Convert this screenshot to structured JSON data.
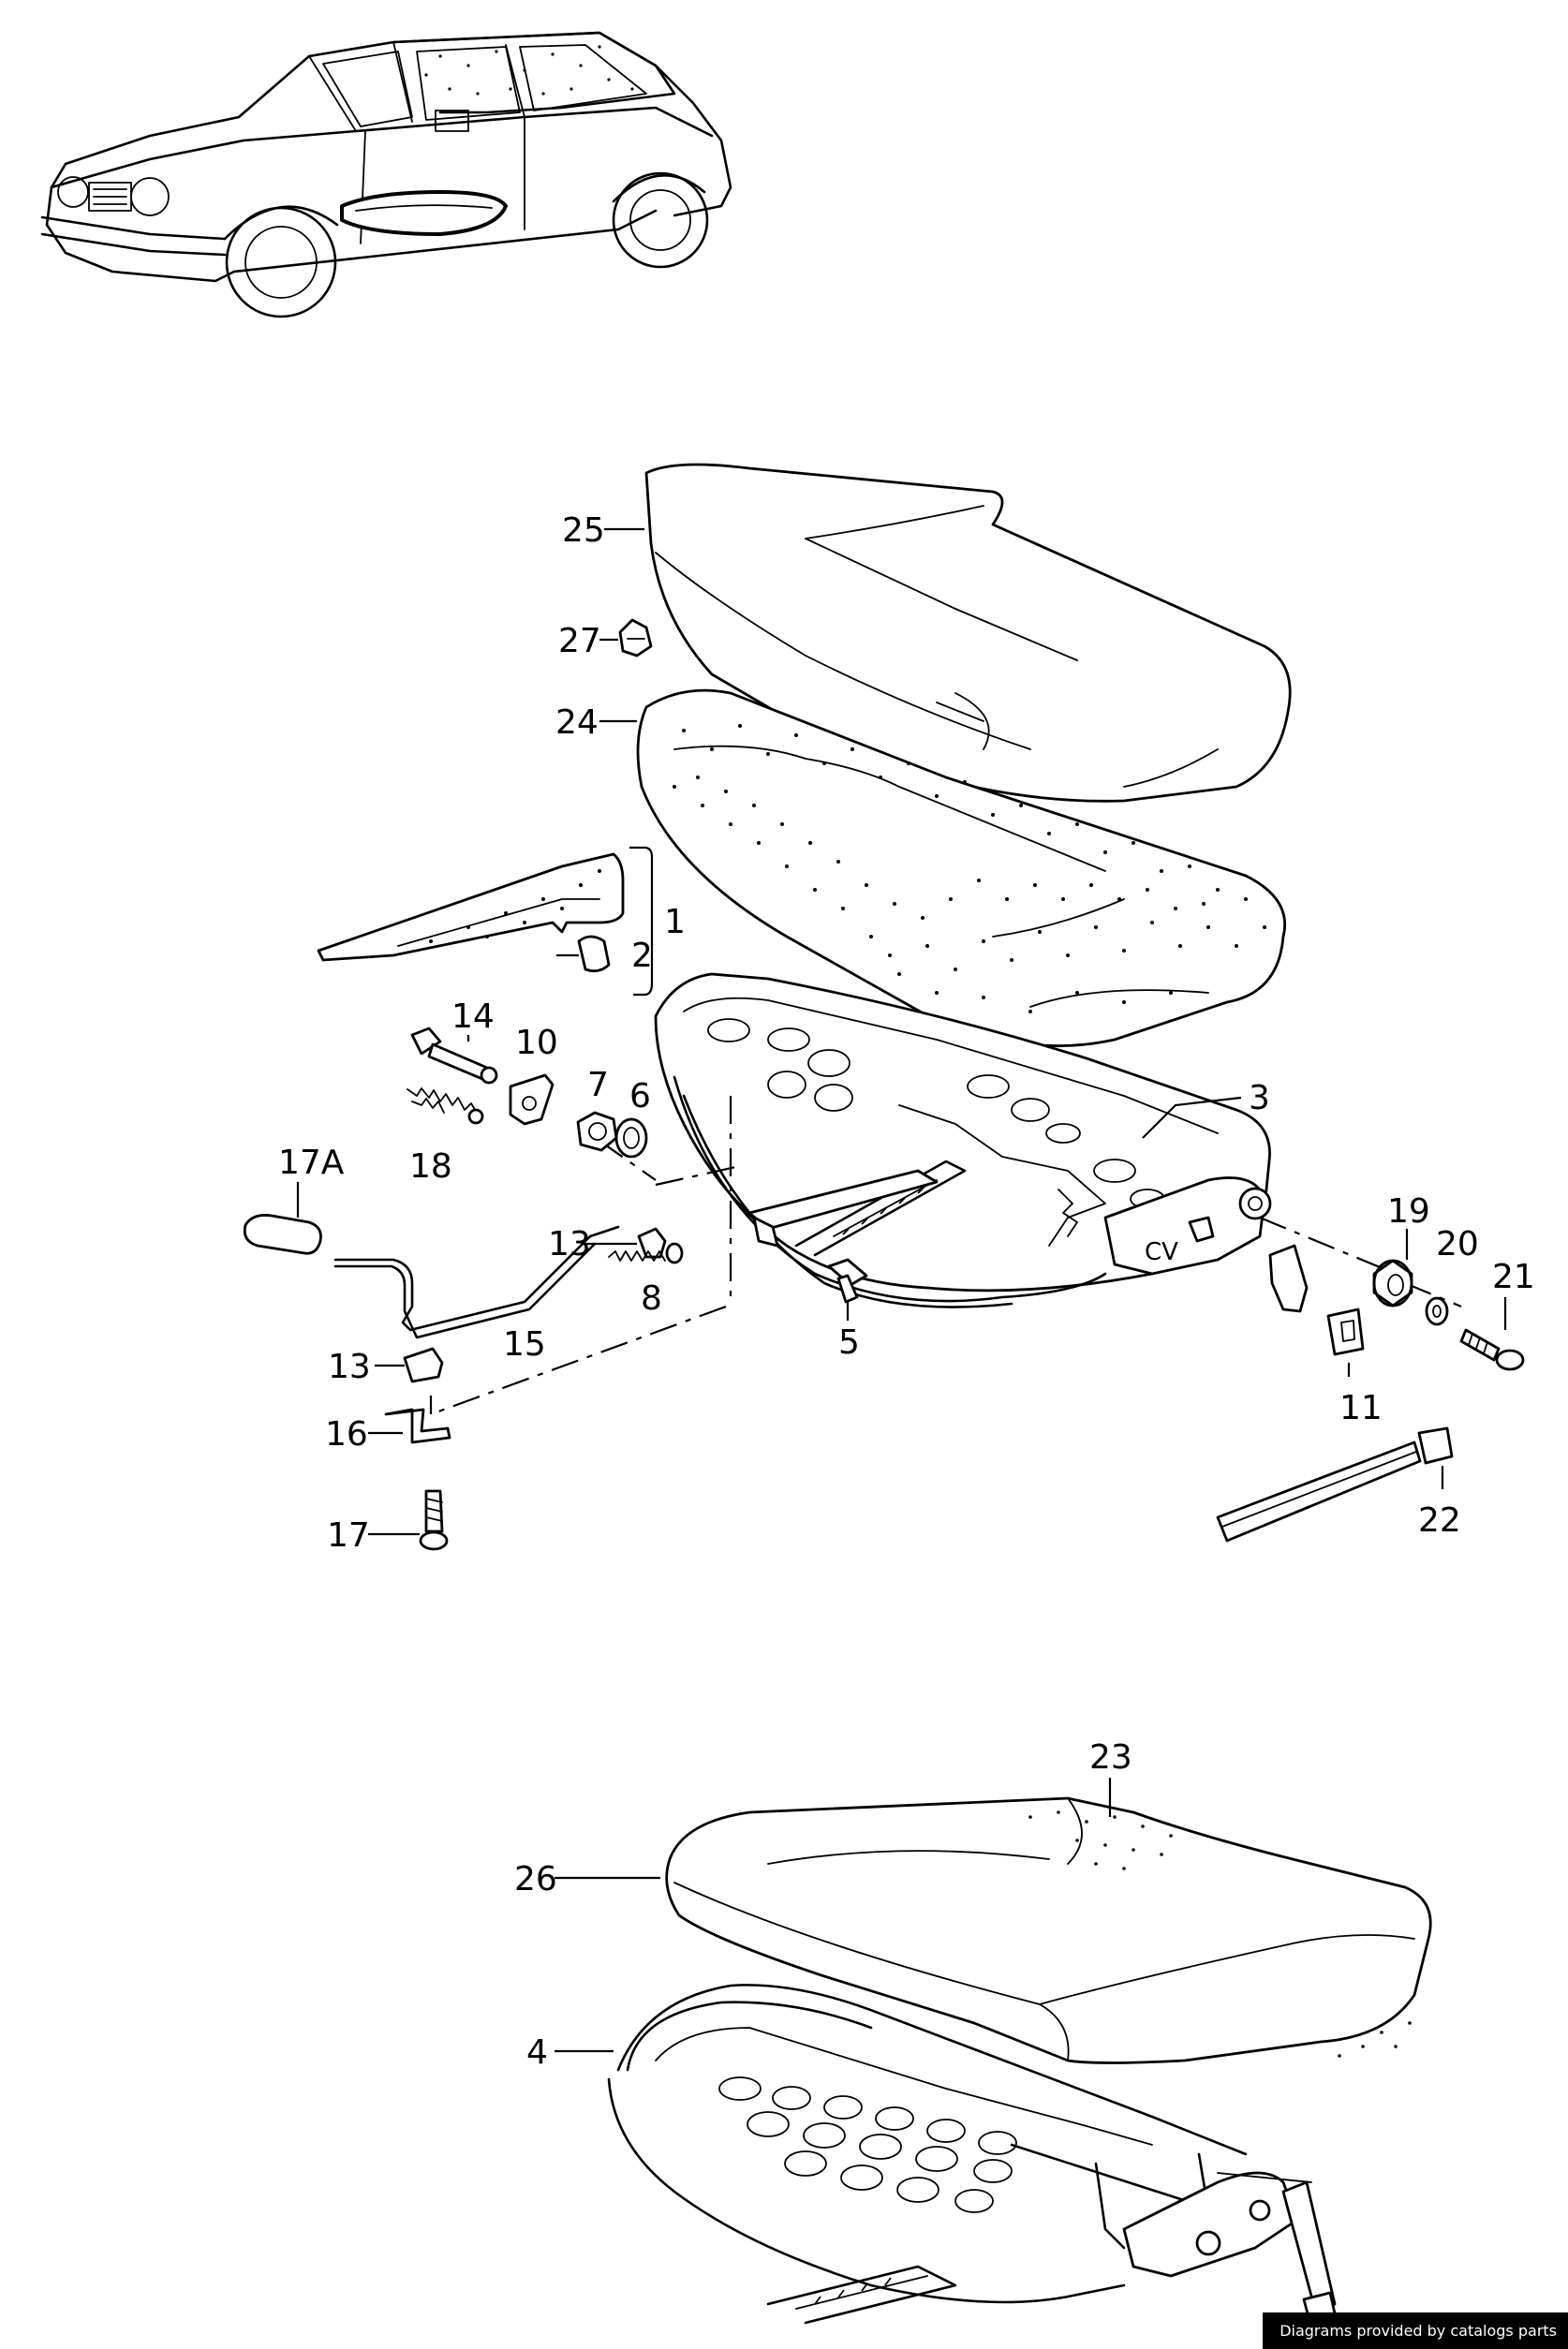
{
  "callouts": {
    "c25": "25",
    "c27": "27",
    "c24": "24",
    "c1": "1",
    "c2": "2",
    "c3": "3",
    "c14": "14",
    "c10": "10",
    "c7": "7",
    "c6": "6",
    "c18": "18",
    "c17A": "17A",
    "c13a": "13",
    "c8": "8",
    "c15": "15",
    "c5": "5",
    "c19": "19",
    "c20": "20",
    "c21": "21",
    "c11": "11",
    "c13b": "13",
    "c16": "16",
    "c17": "17",
    "c22": "22",
    "c23": "23",
    "c26": "26",
    "c4": "4"
  },
  "footer": {
    "credit": "Diagrams provided by catalogs parts"
  }
}
